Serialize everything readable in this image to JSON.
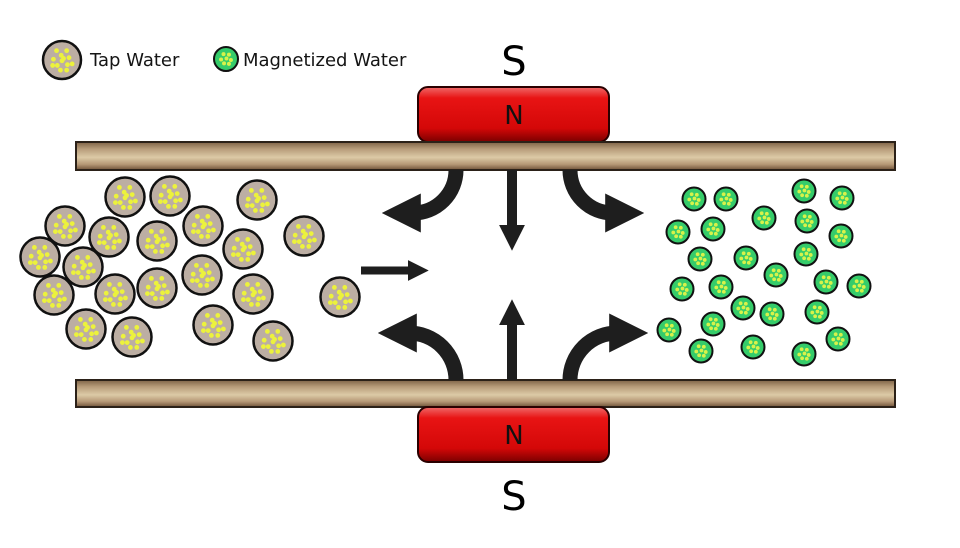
{
  "legend": {
    "items": [
      {
        "label": "Tap Water",
        "icon": "tap-water-particle-icon"
      },
      {
        "label": "Magnetized Water",
        "icon": "magnetized-water-particle-icon"
      }
    ]
  },
  "magnets": {
    "top": {
      "inner_pole": "N",
      "outer_pole": "S"
    },
    "bottom": {
      "inner_pole": "N",
      "outer_pole": "S"
    }
  },
  "colors": {
    "tap_fill": "#bcaea3",
    "tap_dot": "#ecf23c",
    "magnetized_fill": "#35cc6a",
    "magnetized_dot": "#d8f24a",
    "particle_outline": "#111111",
    "magnet_red": "#e30b0b",
    "pipe_light": "#d8c4a2",
    "pipe_dark": "#8a6e4e",
    "arrow": "#1e1e1e"
  },
  "particles": {
    "tap_water_count": 21,
    "magnetized_water_count": 26
  }
}
